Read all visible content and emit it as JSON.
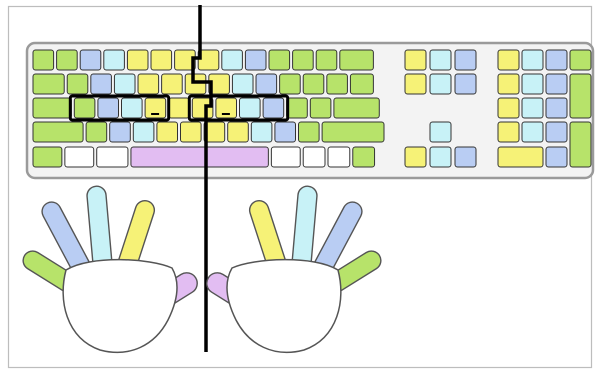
{
  "colors": {
    "background": "#ffffff",
    "frame": "#bdbdbd",
    "keyboard_body": "#f3f3f3",
    "keyboard_outline": "#9a9a9a",
    "key_outline": "#333333",
    "pinky_green": "#b7e36a",
    "ring_blue": "#b9cdf3",
    "middle_cyan": "#c8f2f7",
    "index_yellow": "#f6f277",
    "thumb_violet": "#e2bdf2",
    "neutral_white": "#ffffff",
    "divider_line": "#000000",
    "home_row_outline": "#000000"
  },
  "legend": [
    {
      "finger": "pinky",
      "color_key": "pinky_green"
    },
    {
      "finger": "ring",
      "color_key": "ring_blue"
    },
    {
      "finger": "middle",
      "color_key": "middle_cyan"
    },
    {
      "finger": "index",
      "color_key": "index_yellow"
    },
    {
      "finger": "thumb",
      "color_key": "thumb_violet"
    }
  ],
  "keyboard": {
    "main_rows": [
      [
        "pinky_green",
        "pinky_green",
        "ring_blue",
        "middle_cyan",
        "index_yellow",
        "index_yellow",
        "index_yellow",
        "index_yellow",
        "middle_cyan",
        "ring_blue",
        "pinky_green",
        "pinky_green",
        "pinky_green",
        "pinky_green"
      ],
      [
        "pinky_green",
        "pinky_green",
        "ring_blue",
        "middle_cyan",
        "index_yellow",
        "index_yellow",
        "index_yellow",
        "index_yellow",
        "middle_cyan",
        "ring_blue",
        "pinky_green",
        "pinky_green",
        "pinky_green",
        "pinky_green"
      ],
      [
        "pinky_green",
        "pinky_green",
        "ring_blue",
        "middle_cyan",
        "index_yellow",
        "index_yellow",
        "index_yellow",
        "index_yellow",
        "middle_cyan",
        "ring_blue",
        "pinky_green",
        "pinky_green",
        "pinky_green"
      ],
      [
        "pinky_green",
        "pinky_green",
        "ring_blue",
        "middle_cyan",
        "index_yellow",
        "index_yellow",
        "index_yellow",
        "index_yellow",
        "middle_cyan",
        "ring_blue",
        "pinky_green",
        "pinky_green"
      ],
      [
        "pinky_green",
        "neutral_white",
        "neutral_white",
        "thumb_violet",
        "neutral_white",
        "neutral_white",
        "neutral_white",
        "pinky_green"
      ]
    ],
    "home_bumps": [
      "F",
      "J"
    ]
  },
  "hands": [
    {
      "side": "left",
      "fingers": [
        "pinky_green",
        "ring_blue",
        "middle_cyan",
        "index_yellow",
        "thumb_violet"
      ]
    },
    {
      "side": "right",
      "fingers": [
        "thumb_violet",
        "index_yellow",
        "middle_cyan",
        "ring_blue",
        "pinky_green"
      ]
    }
  ]
}
